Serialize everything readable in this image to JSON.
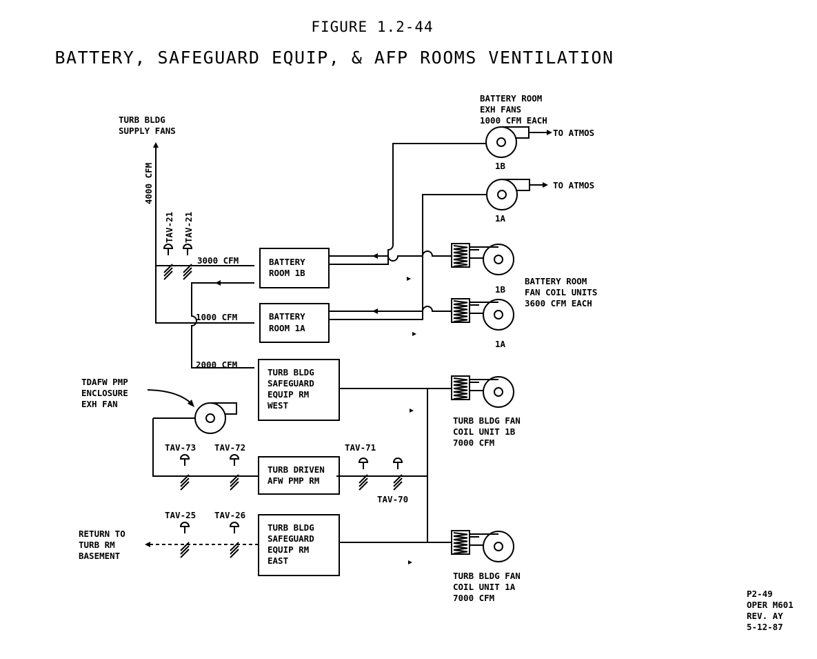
{
  "figure": {
    "number": "FIGURE 1.2-44",
    "title": "BATTERY, SAFEGUARD EQUIP, & AFP ROOMS VENTILATION"
  },
  "rooms": {
    "battery_1b": [
      "BATTERY",
      "ROOM 1B"
    ],
    "battery_1a": [
      "BATTERY",
      "ROOM 1A"
    ],
    "safeguard_west": [
      "TURB BLDG",
      "SAFEGUARD",
      "EQUIP RM",
      "WEST"
    ],
    "afw_pump": [
      "TURB DRIVEN",
      "AFW PMP RM"
    ],
    "safeguard_east": [
      "TURB BLDG",
      "SAFEGUARD",
      "EQUIP RM",
      "EAST"
    ]
  },
  "labels": {
    "supply_fans": [
      "TURB BLDG",
      "SUPPLY FANS"
    ],
    "flow_4000": "4000 CFM",
    "flow_3000": "3000 CFM",
    "flow_1000": "1000 CFM",
    "flow_2000": "2000 CFM",
    "tav_21": "TAV-21",
    "battery_exh": [
      "BATTERY ROOM",
      "EXH FANS",
      "1000 CFM EACH"
    ],
    "to_atmos": "TO ATMOS",
    "tag_1b": "1B",
    "tag_1a": "1A",
    "battery_fcu": [
      "BATTERY ROOM",
      "FAN COIL UNITS",
      "3600 CFM EACH"
    ],
    "tdafw": [
      "TDAFW PMP",
      "ENCLOSURE",
      "EXH FAN"
    ],
    "tb_fcu_1b": [
      "TURB BLDG FAN",
      "COIL UNIT 1B",
      "7000 CFM"
    ],
    "tb_fcu_1a": [
      "TURB BLDG FAN",
      "COIL UNIT 1A",
      "7000 CFM"
    ],
    "tav_73": "TAV-73",
    "tav_72": "TAV-72",
    "tav_71": "TAV-71",
    "tav_70": "TAV-70",
    "tav_25": "TAV-25",
    "tav_26": "TAV-26",
    "return_basement": [
      "RETURN TO",
      "TURB RM",
      "BASEMENT"
    ]
  },
  "doc_ref": [
    "P2-49",
    "OPER M601",
    "REV. AY",
    "5-12-87"
  ],
  "icons": {
    "exhaust_fan": "centrifugal-fan-icon",
    "fan_coil_unit": "fan-coil-unit-icon",
    "damper": "damper-icon"
  }
}
